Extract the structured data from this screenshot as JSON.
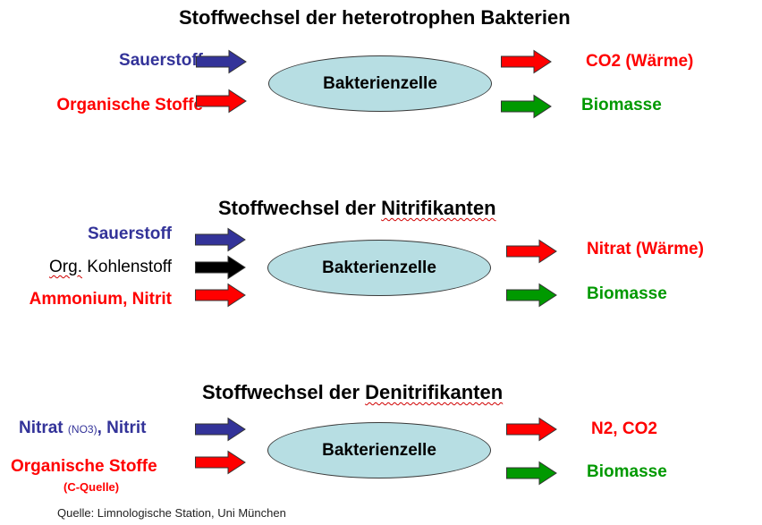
{
  "colors": {
    "blue": "#333399",
    "red": "#ff0000",
    "green": "#009900",
    "black": "#000000",
    "cell_fill": "#b7dee3"
  },
  "sections": [
    {
      "title": "Stoffwechsel der heterotrophen Bakterien",
      "cell_label": "Bakterienzelle",
      "inputs": [
        {
          "label": "Sauerstoff",
          "color": "blue"
        },
        {
          "label": "Organische Stoffe",
          "color": "red"
        }
      ],
      "outputs": [
        {
          "label": "CO2 (Wärme)",
          "color": "red"
        },
        {
          "label": "Biomasse",
          "color": "green"
        }
      ]
    },
    {
      "title_prefix": "Stoffwechsel der ",
      "title_emph": "Nitrifikanten",
      "cell_label": "Bakterienzelle",
      "inputs": [
        {
          "label": "Sauerstoff",
          "color": "blue"
        },
        {
          "label_emph": "Org.",
          "label_rest": " Kohlenstoff",
          "color": "black"
        },
        {
          "label": "Ammonium, Nitrit",
          "color": "red"
        }
      ],
      "outputs": [
        {
          "label": "Nitrat (Wärme)",
          "color": "red"
        },
        {
          "label": "Biomasse",
          "color": "green"
        }
      ]
    },
    {
      "title_prefix": "Stoffwechsel der ",
      "title_emph": "Denitrifikanten",
      "cell_label": "Bakterienzelle",
      "inputs": [
        {
          "label_a": "Nitrat",
          "label_small": "(NO3)",
          "label_b": ", Nitrit",
          "color": "blue"
        },
        {
          "label": "Organische Stoffe",
          "sublabel": "(C-Quelle)",
          "color": "red"
        }
      ],
      "outputs": [
        {
          "label": "N2, CO2",
          "color": "red"
        },
        {
          "label": "Biomasse",
          "color": "green"
        }
      ]
    }
  ],
  "source": "Quelle: Limnologische Station, Uni München"
}
